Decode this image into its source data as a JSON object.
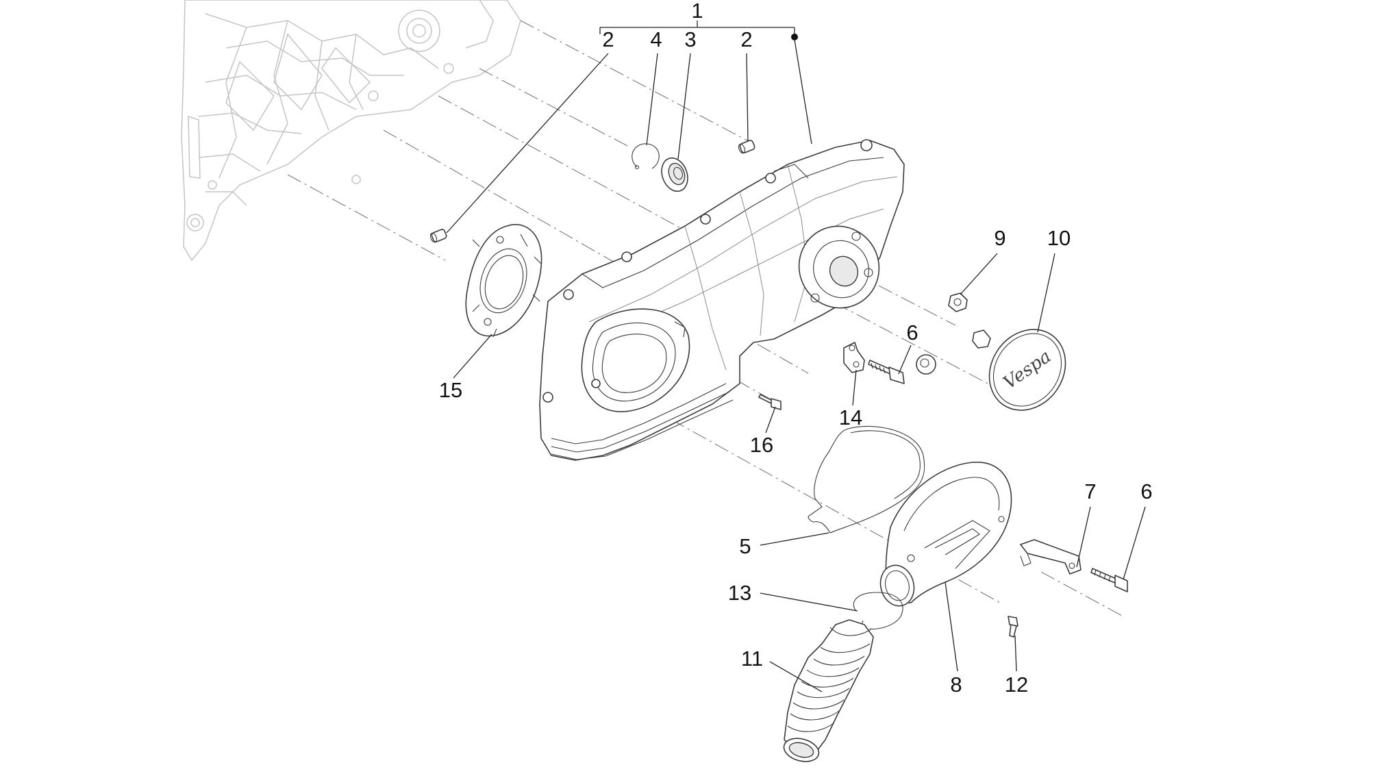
{
  "callouts": {
    "c1": "1",
    "c2a": "2",
    "c4": "4",
    "c3": "3",
    "c2b": "2",
    "c9": "9",
    "c10": "10",
    "c6a": "6",
    "c15": "15",
    "c14": "14",
    "c16": "16",
    "c7": "7",
    "c6b": "6",
    "c5": "5",
    "c13": "13",
    "c11": "11",
    "c8": "8",
    "c12": "12"
  },
  "logo_text": "Vespa"
}
